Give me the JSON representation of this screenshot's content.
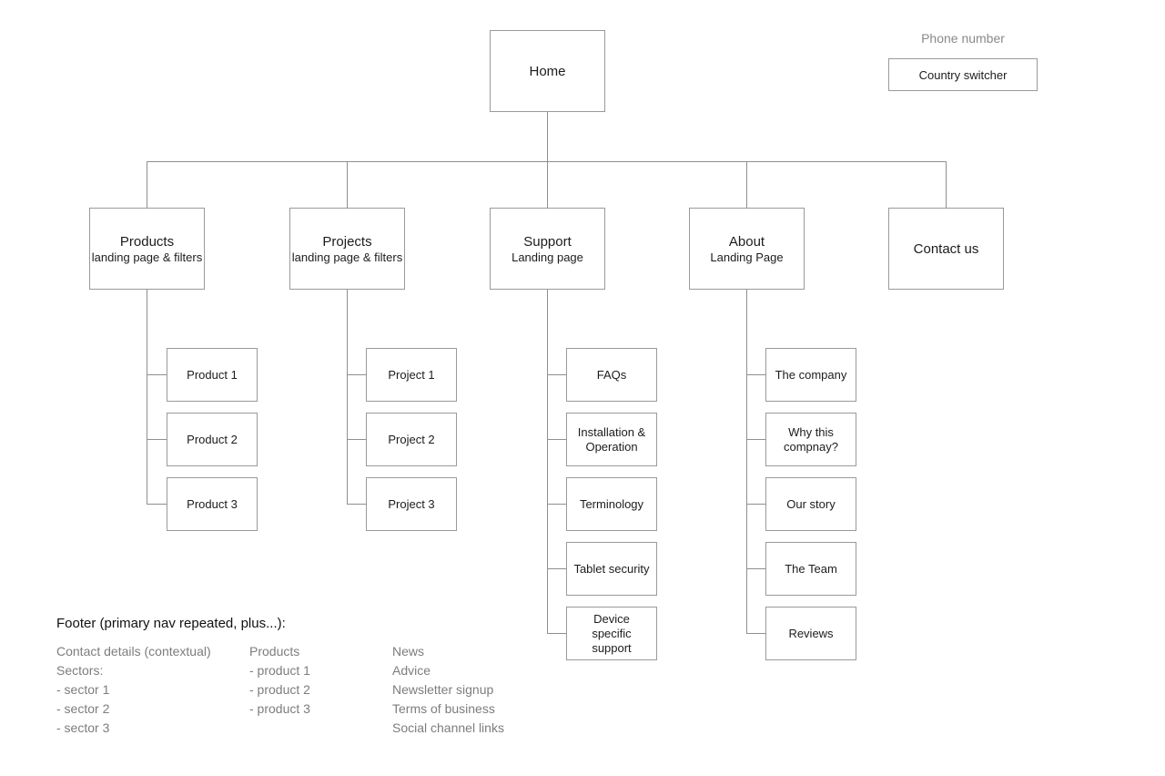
{
  "header": {
    "phone_label": "Phone number",
    "country_switcher_label": "Country switcher"
  },
  "tree": {
    "root": {
      "title": "Home"
    },
    "sections": [
      {
        "title": "Products",
        "subtitle": "landing page & filters",
        "children": [
          "Product 1",
          "Product 2",
          "Product 3"
        ]
      },
      {
        "title": "Projects",
        "subtitle": "landing page & filters",
        "children": [
          "Project 1",
          "Project 2",
          "Project 3"
        ]
      },
      {
        "title": "Support",
        "subtitle": "Landing page",
        "children": [
          "FAQs",
          "Installation & Operation",
          "Terminology",
          "Tablet security",
          "Device specific support"
        ]
      },
      {
        "title": "About",
        "subtitle": "Landing Page",
        "children": [
          "The company",
          "Why this compnay?",
          "Our story",
          "The Team",
          "Reviews"
        ]
      },
      {
        "title": "Contact us",
        "children": []
      }
    ]
  },
  "footer": {
    "heading": "Footer (primary nav repeated, plus...):",
    "columns": [
      {
        "lines": [
          "Contact details (contextual)",
          "Sectors:",
          "- sector 1",
          "- sector 2",
          "- sector 3"
        ]
      },
      {
        "lines": [
          "Products",
          "- product 1",
          "- product 2",
          "- product 3"
        ]
      },
      {
        "lines": [
          "News",
          "Advice",
          "Newsletter signup",
          "Terms of business",
          "Social channel links"
        ]
      }
    ]
  },
  "colors": {
    "line": "#8f8f8f",
    "border": "#9a9a9a",
    "text": "#1c1c1c",
    "muted": "#7d7d7d"
  }
}
